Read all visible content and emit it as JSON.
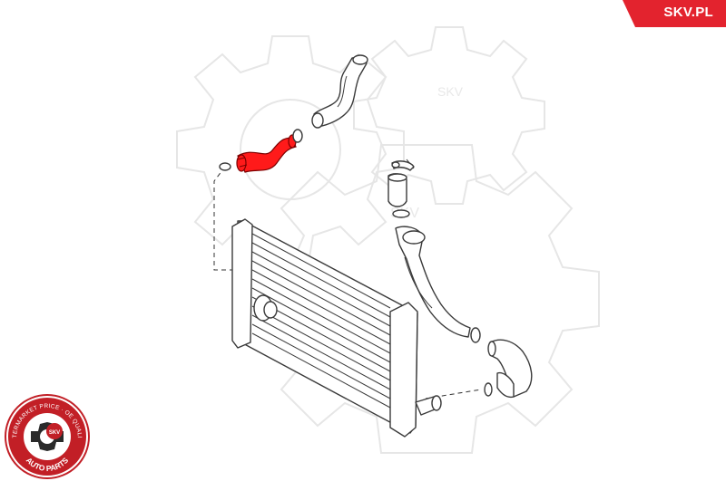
{
  "brand": {
    "site_label": "SKV.PL",
    "accent_color": "#e3232e"
  },
  "watermark": {
    "text": "SKV",
    "icon": "skv-gear-logo-icon"
  },
  "stamp": {
    "top_text": "AFTERMARKET PRICE · OE QUALITY",
    "bottom_text": "AUTO PARTS",
    "center_text": "SKV",
    "icon": "skv-quality-seal-icon"
  },
  "diagram": {
    "highlighted_part_color": "#ff1a1a",
    "parts": [
      "intercooler-radiator",
      "charge-air-hose-highlighted",
      "upper-intake-pipe",
      "lower-charge-pipe",
      "hose-clamps",
      "o-ring-seals"
    ]
  }
}
